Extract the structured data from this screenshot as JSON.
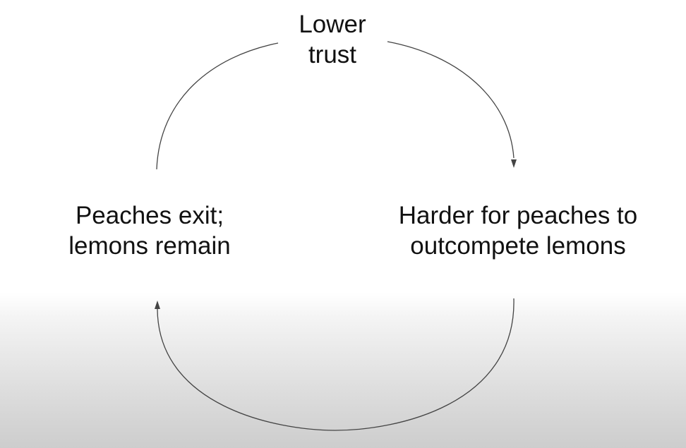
{
  "diagram": {
    "nodes": {
      "top": {
        "line1": "Lower",
        "line2": "trust"
      },
      "right": {
        "line1": "Harder for peaches to",
        "line2": "outcompete lemons"
      },
      "left": {
        "line1": "Peaches exit;",
        "line2": "lemons remain"
      }
    },
    "edges": [
      {
        "from": "top",
        "to": "right",
        "arrowhead": true
      },
      {
        "from": "right",
        "to": "left",
        "arrowhead": true
      },
      {
        "from": "left",
        "to": "top",
        "arrowhead": false
      }
    ],
    "colors": {
      "text": "#111111",
      "stroke": "#444444"
    }
  }
}
